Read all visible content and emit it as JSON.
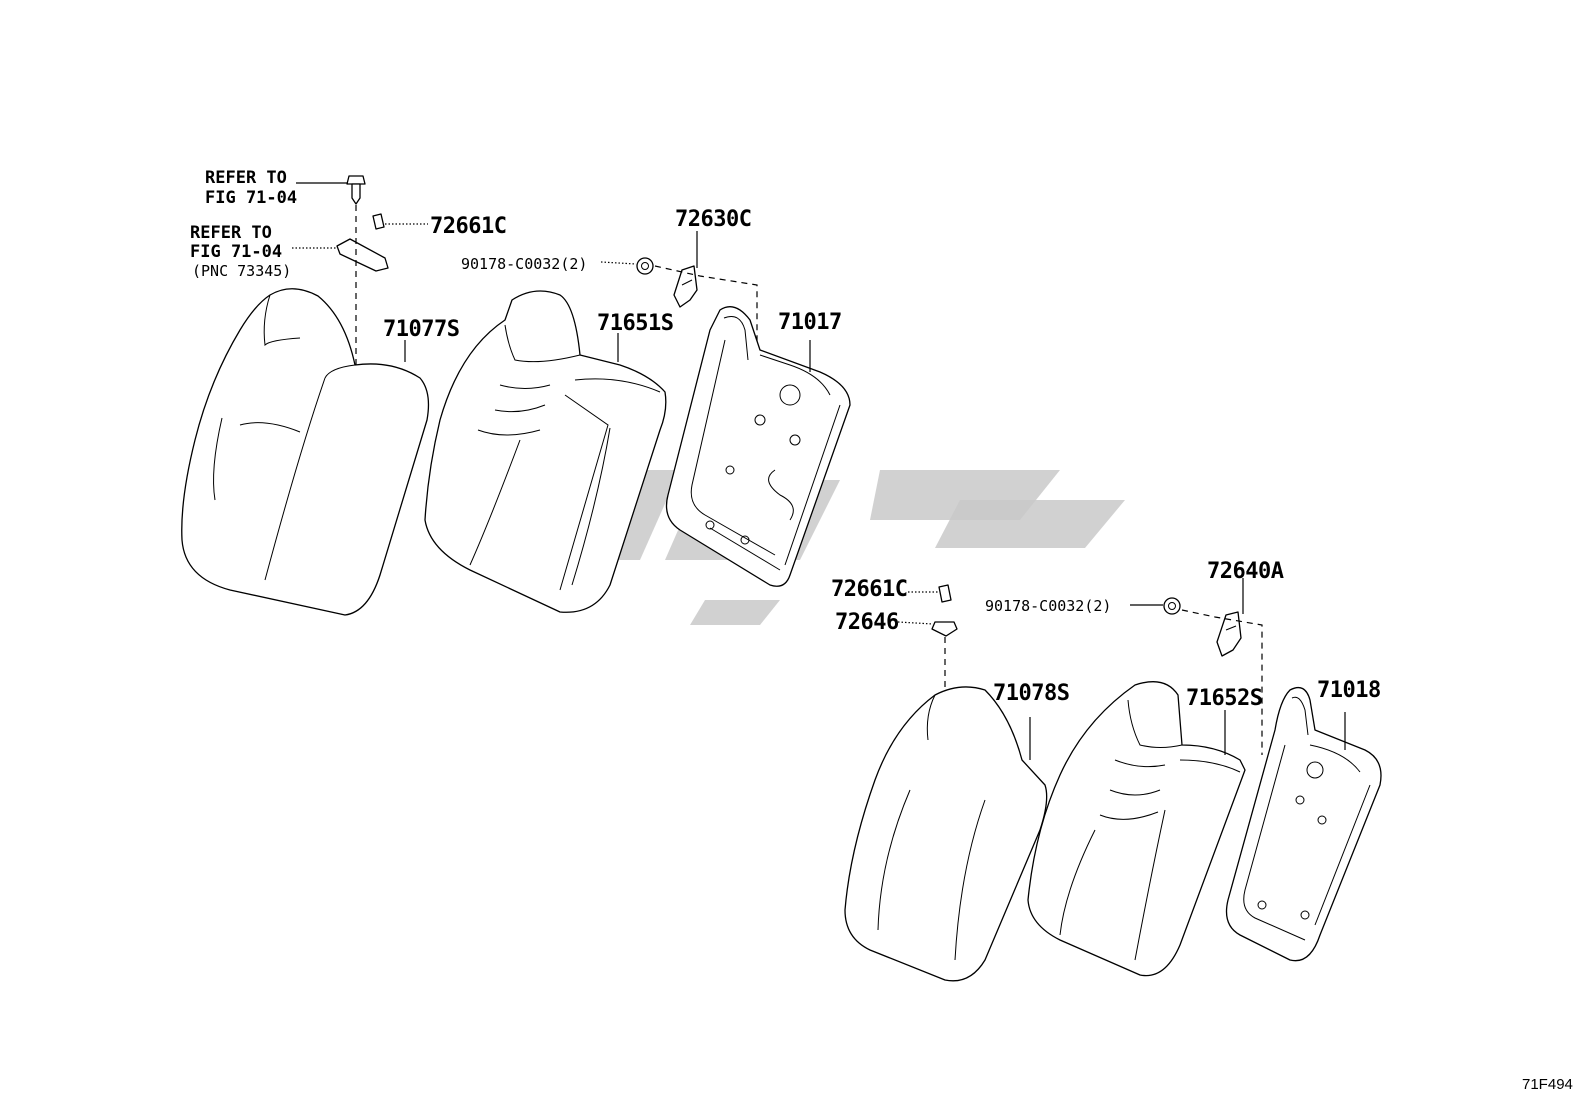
{
  "diagram": {
    "figure_code": "71F494",
    "references": [
      {
        "id": "ref-bolt",
        "line1": "REFER TO",
        "line2": "FIG 71-04",
        "line3": ""
      },
      {
        "id": "ref-bracket",
        "line1": "REFER TO",
        "line2": "FIG 71-04",
        "line3": "(PNC 73345)"
      }
    ],
    "parts": {
      "p72661c_upper": "72661C",
      "p71077s": "71077S",
      "p71651s": "71651S",
      "p72630c": "72630C",
      "p90178_upper": "90178-C0032(2)",
      "p71017": "71017",
      "p72661c_lower": "72661C",
      "p72646": "72646",
      "p90178_lower": "90178-C0032(2)",
      "p72640a": "72640A",
      "p71078s": "71078S",
      "p71652s": "71652S",
      "p71018": "71018"
    }
  }
}
